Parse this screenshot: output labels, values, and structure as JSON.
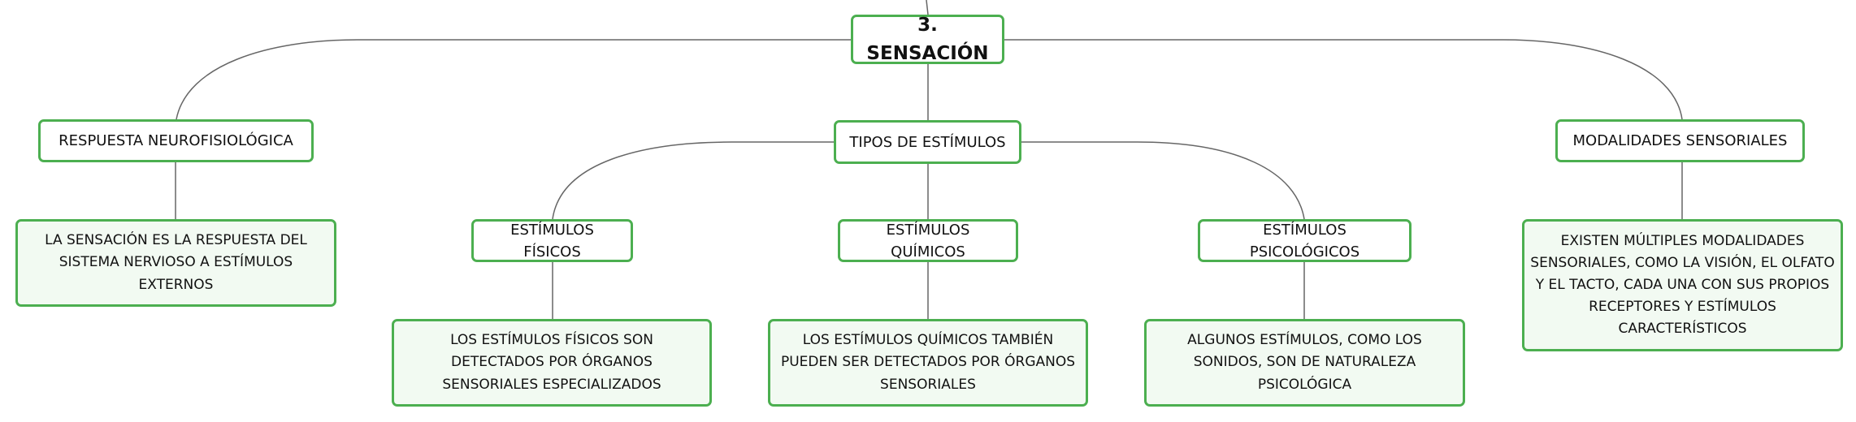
{
  "root": {
    "title": "3. SENSACIÓN"
  },
  "branches": {
    "respuesta": {
      "title": "RESPUESTA NEUROFISIOLÓGICA",
      "note": "LA SENSACIÓN ES LA RESPUESTA DEL SISTEMA NERVIOSO A ESTÍMULOS EXTERNOS"
    },
    "tipos": {
      "title": "TIPOS DE ESTÍMULOS",
      "fisicos": {
        "title": "ESTÍMULOS FÍSICOS",
        "note": "LOS ESTÍMULOS FÍSICOS SON DETECTADOS POR ÓRGANOS SENSORIALES ESPECIALIZADOS"
      },
      "quimicos": {
        "title": "ESTÍMULOS QUÍMICOS",
        "note": "LOS ESTÍMULOS QUÍMICOS TAMBIÉN PUEDEN SER DETECTADOS POR ÓRGANOS SENSORIALES"
      },
      "psicologicos": {
        "title": "ESTÍMULOS PSICOLÓGICOS",
        "note": "ALGUNOS ESTÍMULOS, COMO LOS SONIDOS, SON DE NATURALEZA PSICOLÓGICA"
      }
    },
    "modalidades": {
      "title": "MODALIDADES SENSORIALES",
      "note": "EXISTEN MÚLTIPLES MODALIDADES SENSORIALES, COMO LA VISIÓN, EL OLFATO Y EL TACTO, CADA UNA CON SUS PROPIOS RECEPTORES Y ESTÍMULOS CARACTERÍSTICOS"
    }
  },
  "colors": {
    "border": "#4caf50",
    "leaf_fill": "#f2faf2",
    "line": "#666666"
  }
}
